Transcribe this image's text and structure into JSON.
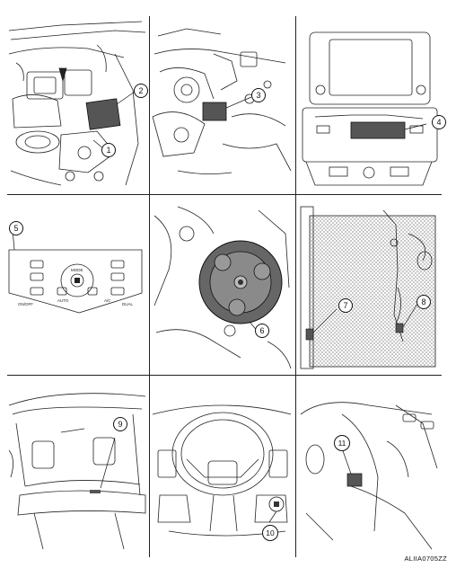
{
  "callouts": {
    "c1": "1",
    "c2": "2",
    "c3": "3",
    "c4": "4",
    "c5": "5",
    "c6": "6",
    "c7": "7",
    "c8": "8",
    "c9": "9",
    "c10": "10",
    "c11": "11"
  },
  "control_panel": {
    "mode": "MODE",
    "on_off": "ON/OFF",
    "auto": "AUTO",
    "ac": "A/C",
    "dual": "DUAL"
  },
  "reference_code": "ALIIA0705ZZ"
}
